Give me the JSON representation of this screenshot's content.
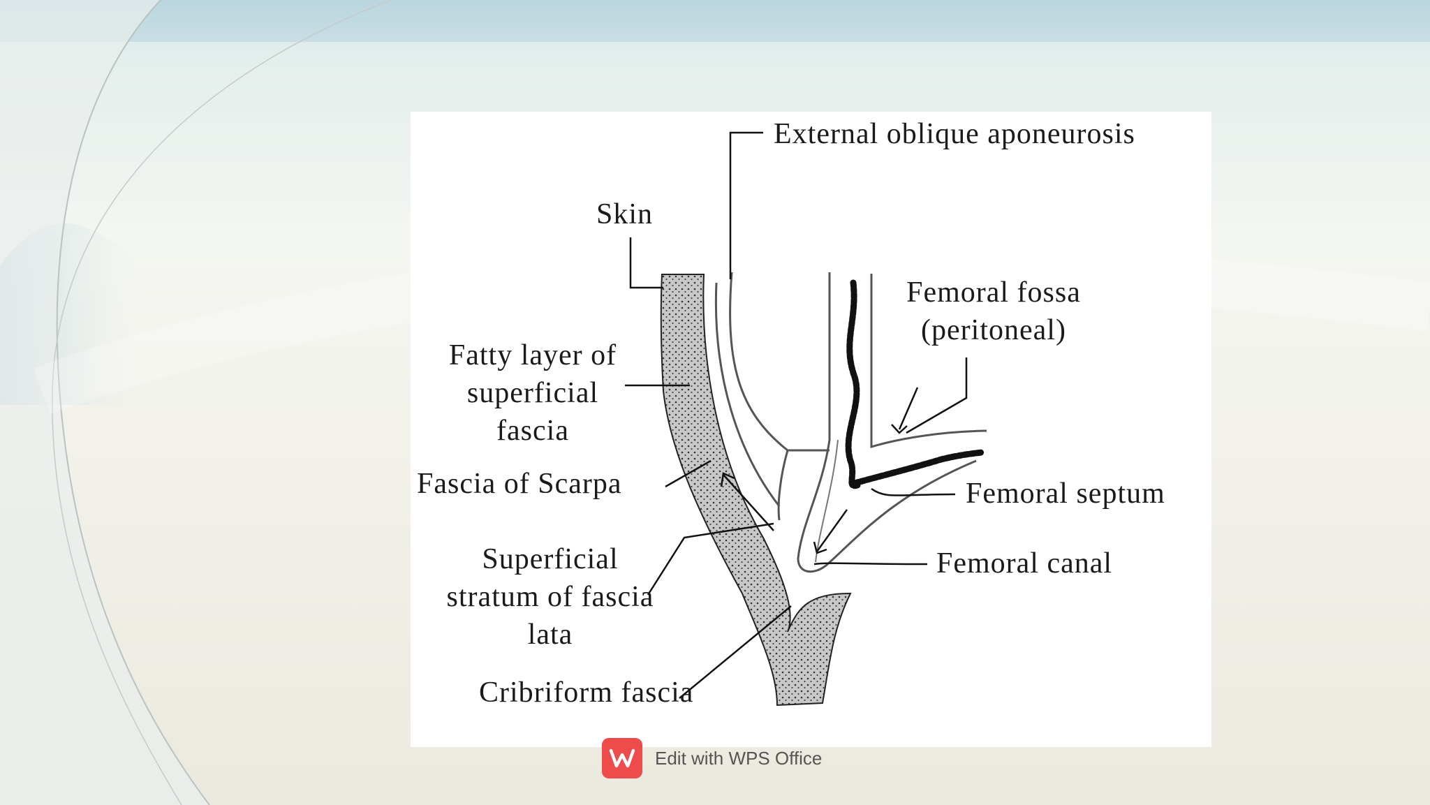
{
  "diagram": {
    "labels": {
      "external_oblique": "External oblique aponeurosis",
      "skin": "Skin",
      "fatty_l1": "Fatty layer of",
      "fatty_l2": "superficial",
      "fatty_l3": "fascia",
      "scarpa": "Fascia of Scarpa",
      "superficial_l1": "Superficial",
      "superficial_l2": "stratum of fascia",
      "superficial_l3": "lata",
      "cribriform": "Cribriform fascia",
      "femoral_fossa_l1": "Femoral fossa",
      "femoral_fossa_l2": "(peritoneal)",
      "femoral_septum": "Femoral septum",
      "femoral_canal": "Femoral canal"
    }
  },
  "watermark": {
    "text": "Edit with WPS Office",
    "icon": "wps-logo-icon",
    "color": "#ee4b4b"
  }
}
